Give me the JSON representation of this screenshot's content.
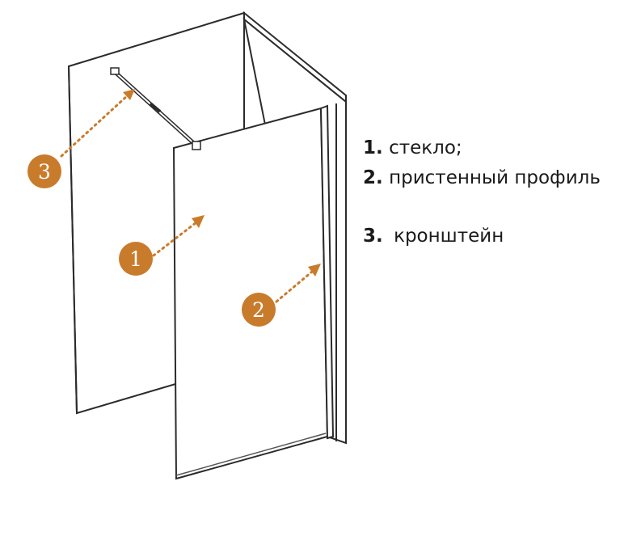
{
  "legend": [
    {
      "num": "1.",
      "text": "стекло;"
    },
    {
      "num": "2.",
      "text": "пристенный профиль"
    },
    {
      "num": "3.",
      "text": "кронштейн"
    }
  ],
  "markers": [
    {
      "label": "1"
    },
    {
      "label": "2"
    },
    {
      "label": "3"
    }
  ],
  "colors": {
    "marker": "#C97B2C",
    "line": "#2b2b2b"
  }
}
